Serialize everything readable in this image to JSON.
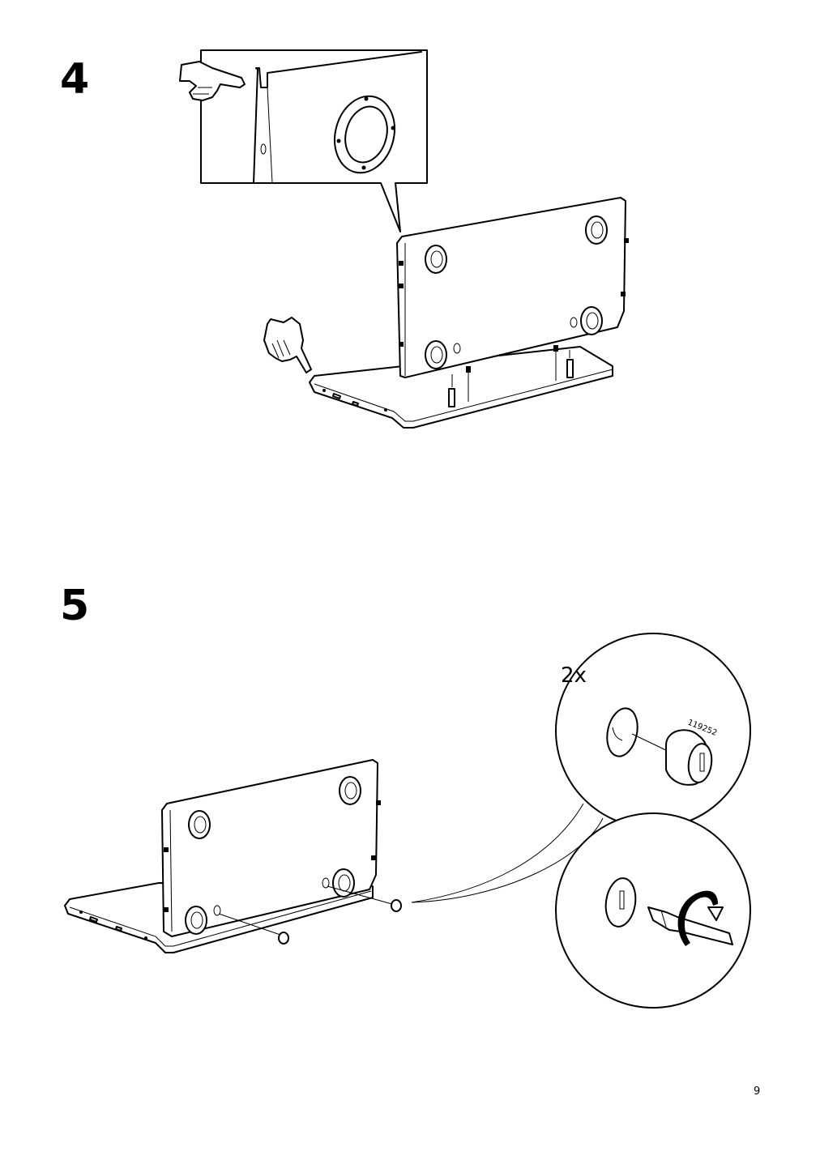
{
  "steps": [
    {
      "number": "4"
    },
    {
      "number": "5"
    }
  ],
  "detail": {
    "quantity": "2x",
    "part_number": "119252"
  },
  "footer": {
    "page_number": "9"
  },
  "icons": [
    "pointing-hand-icon",
    "holding-hand-icon",
    "screwdriver-icon",
    "rotate-arrow-icon",
    "cam-lock-icon",
    "dowel-icon"
  ]
}
